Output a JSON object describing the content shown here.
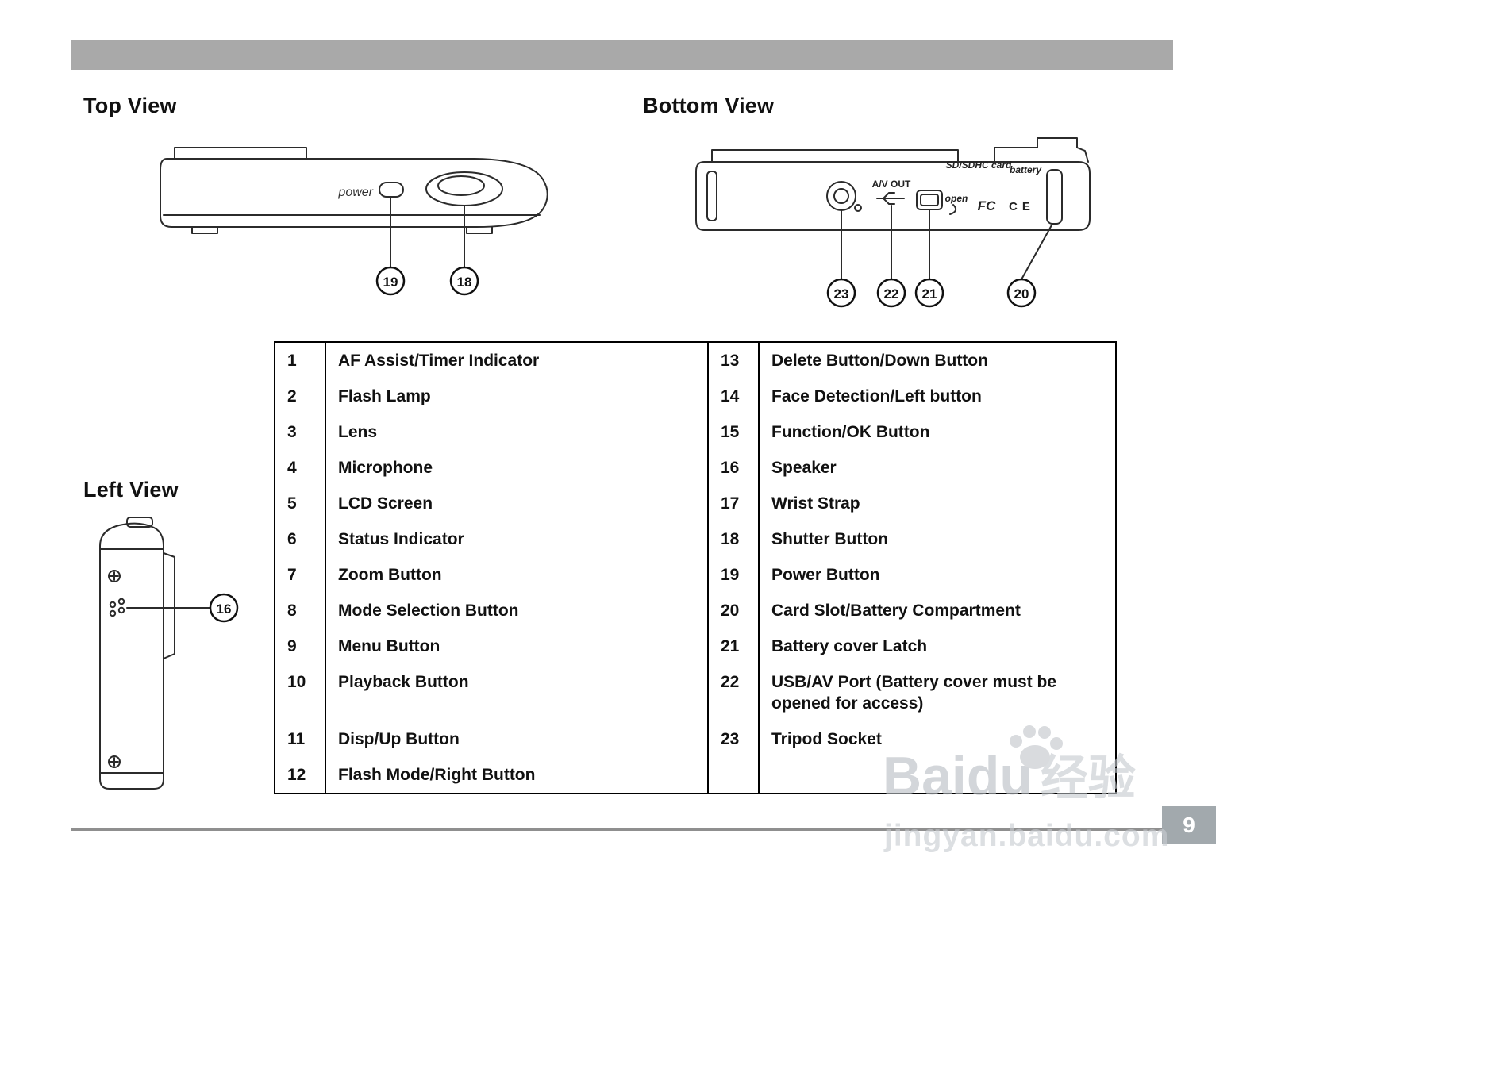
{
  "page": {
    "number": "9"
  },
  "headings": {
    "top_view": "Top View",
    "bottom_view": "Bottom View",
    "left_view": "Left View"
  },
  "colors": {
    "header_bar": "#a9a9a9",
    "footer_rule": "#8f8f8f",
    "page_number_box": "#a2a9ad",
    "watermark": "#c3c7cc",
    "text": "#111111"
  },
  "diagrams": {
    "top": {
      "power_label": "power",
      "callouts": [
        "19",
        "18"
      ]
    },
    "bottom": {
      "av_out_label": "A/V OUT",
      "open_label": "open",
      "sd_card_label": "SD/SDHC card",
      "battery_label": "battery",
      "fcc_label": "FC",
      "ce_label": "CE",
      "callouts": [
        "23",
        "22",
        "21",
        "20"
      ]
    },
    "left": {
      "callouts": [
        "16"
      ]
    }
  },
  "parts_table": {
    "left": [
      {
        "num": "1",
        "label": "AF Assist/Timer Indicator"
      },
      {
        "num": "2",
        "label": "Flash Lamp"
      },
      {
        "num": "3",
        "label": "Lens"
      },
      {
        "num": "4",
        "label": "Microphone"
      },
      {
        "num": "5",
        "label": "LCD Screen"
      },
      {
        "num": "6",
        "label": "Status Indicator"
      },
      {
        "num": "7",
        "label": "Zoom Button"
      },
      {
        "num": "8",
        "label": "Mode Selection Button"
      },
      {
        "num": "9",
        "label": "Menu Button"
      },
      {
        "num": "10",
        "label": "Playback Button"
      },
      {
        "num": "11",
        "label": "Disp/Up Button"
      },
      {
        "num": "12",
        "label": "Flash Mode/Right Button"
      }
    ],
    "right": [
      {
        "num": "13",
        "label": "Delete Button/Down Button"
      },
      {
        "num": "14",
        "label": "Face Detection/Left button"
      },
      {
        "num": "15",
        "label": "Function/OK Button"
      },
      {
        "num": "16",
        "label": "Speaker"
      },
      {
        "num": "17",
        "label": "Wrist Strap"
      },
      {
        "num": "18",
        "label": "Shutter Button"
      },
      {
        "num": "19",
        "label": "Power Button"
      },
      {
        "num": "20",
        "label": "Card Slot/Battery Compartment"
      },
      {
        "num": "21",
        "label": "Battery cover Latch"
      },
      {
        "num": "22",
        "label": "USB/AV Port (Battery cover must be opened for access)"
      },
      {
        "num": "23",
        "label": "Tripod Socket"
      },
      {
        "num": "",
        "label": ""
      }
    ]
  },
  "watermark": {
    "brand": "Baidu",
    "brand_suffix": "经验",
    "url": "jingyan.baidu.com"
  }
}
